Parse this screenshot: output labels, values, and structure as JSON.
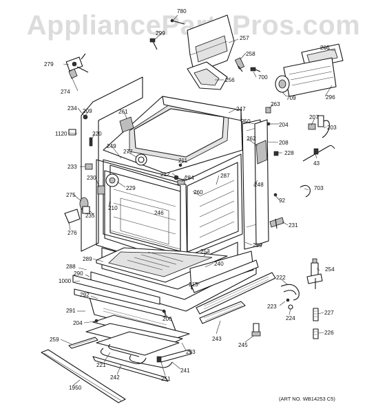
{
  "watermark": "AppliancePartsPros.com",
  "art_number": "(ART NO. WB14253 C5)",
  "callouts": [
    "780",
    "299",
    "257",
    "258",
    "205",
    "279",
    "700",
    "274",
    "256",
    "296",
    "709",
    "234",
    "209",
    "261",
    "263",
    "247",
    "207",
    "1120",
    "220",
    "204",
    "250",
    "203",
    "262",
    "249",
    "277",
    "208",
    "228",
    "233",
    "211",
    "43",
    "230",
    "284",
    "212",
    "287",
    "248",
    "229",
    "703",
    "275",
    "210",
    "260",
    "92",
    "246",
    "235",
    "231",
    "276",
    "239",
    "289",
    "253",
    "240",
    "288",
    "290",
    "1000",
    "222",
    "254",
    "213",
    "292",
    "223",
    "291",
    "206",
    "224",
    "227",
    "204",
    "259",
    "243",
    "245",
    "226",
    "221",
    "293",
    "242",
    "241",
    "251",
    "1950"
  ]
}
